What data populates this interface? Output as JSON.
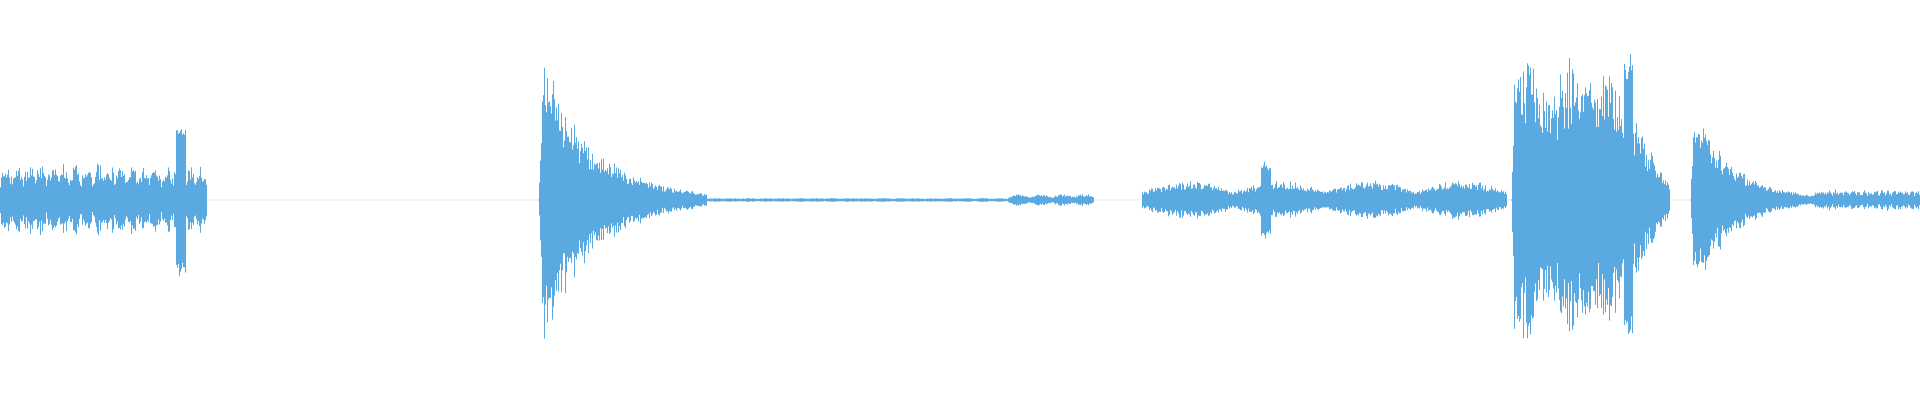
{
  "waveform": {
    "color": "#5aa9e0",
    "segments": [
      {
        "name": "segment-1-low-burst",
        "start": 0.0,
        "end": 0.108,
        "peak": 0.25,
        "shape": "flat-noisy",
        "spike": {
          "at": 0.094,
          "peak": 0.52
        }
      },
      {
        "name": "segment-2-loud-attack",
        "start": 0.28,
        "end": 0.368,
        "peak": 0.99,
        "shape": "attack-decay"
      },
      {
        "name": "segment-3-silence-hiss",
        "start": 0.368,
        "end": 0.525,
        "peak": 0.01,
        "shape": "flat-noisy"
      },
      {
        "name": "segment-4-small-bumps",
        "start": 0.525,
        "end": 0.57,
        "peak": 0.04,
        "shape": "bumps"
      },
      {
        "name": "segment-5-medium-texture",
        "start": 0.595,
        "end": 0.785,
        "peak": 0.13,
        "shape": "bumps",
        "spike": {
          "at": 0.659,
          "peak": 0.26
        }
      },
      {
        "name": "segment-6-loud-burst",
        "start": 0.787,
        "end": 0.87,
        "peak": 0.99,
        "shape": "attack-sustain-decay",
        "spike": {
          "at": 0.848,
          "peak": 1.0
        }
      },
      {
        "name": "segment-7-second-hit",
        "start": 0.88,
        "end": 0.945,
        "peak": 0.68,
        "shape": "attack-decay"
      },
      {
        "name": "segment-8-tail-noise",
        "start": 0.945,
        "end": 1.0,
        "peak": 0.07,
        "shape": "flat-noisy"
      }
    ]
  }
}
